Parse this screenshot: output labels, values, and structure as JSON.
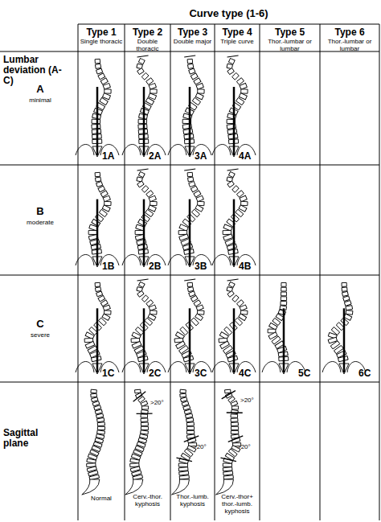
{
  "diagram": {
    "title": "Curve type (1-6)",
    "labels": [
      "Type 1",
      "Single thoracic",
      "Type 2",
      "Double thoracic",
      "Type 3",
      "Double major",
      "Type 4",
      "Triple curve",
      "Type 5",
      "Thor.-lumbar or lumbar",
      "Type 6",
      "Thor.-lumbar or lumbar",
      "Lumbar deviation (A-C)",
      "A",
      "minimal",
      "1A",
      "2A",
      "3A",
      "4A",
      "B",
      "moderate",
      "1B",
      "2B",
      "3B",
      "4B",
      "C",
      "severe",
      "1C",
      "2C",
      "3C",
      "4C",
      "5C",
      "6C",
      "Sagittal plane",
      ">20°",
      ">20°",
      ">20°",
      ">20°",
      "Normal",
      "Cerv.-thor. kyphosis",
      "Thor.-lumb. kyphosis",
      "Cerv.-thor+ thor.-lumb. kyphosis"
    ]
  }
}
